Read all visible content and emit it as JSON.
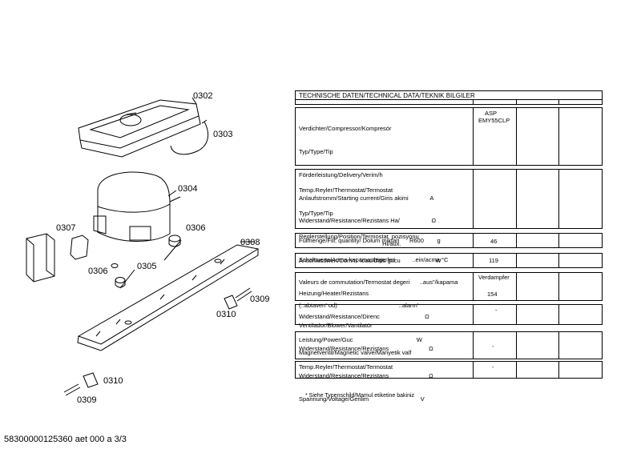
{
  "callouts": [
    "0302",
    "0303",
    "0304",
    "0307",
    "0306",
    "0306",
    "0305",
    "0308",
    "0309",
    "0310",
    "0310",
    "0309"
  ],
  "table": {
    "header": "TECHNISCHE DATEN/TECHNICAL DATA/TEKNIK BILGILER",
    "rows": [
      {
        "lines": [
          "Verdichter/Compressor/Kompresör",
          "Typ/Type/Tip",
          "Förderleistung/Delivery/Verim/h",
          "Anlaufstromm/Starting current/Giris akimi             A",
          "Widerstand/Resistance/Rezistans Ha/                   Ω",
          "                                                  Hi/aux."
        ],
        "values": [
          "ASP",
          "EMY55CLP"
        ]
      },
      {
        "lines": [
          "Temp.Reyler/Thermostat/Termostat",
          "Typ/Type/Tip",
          "Reglerstellung/Position/Termostat  pozisyonu",
          "Schaltwerte/Acma kapama degerleri          ..ein/acma °C",
          "Valeurs de commutation/Termostat degeri      ..aus\"/kapama",
          "(..abtaven' od)                                     ..alarm'"
        ],
        "values": []
      },
      {
        "lines": [
          "Fülmenge/Fill. quantity/ Dolum miktari      R600        g"
        ],
        "values": [
          "46"
        ]
      },
      {
        "lines": [
          "Anschlusswert/Comm. load/Giris gucu                     W"
        ],
        "values": [
          "119"
        ]
      },
      {
        "lines": [
          "Heizung/Heater/Rezistans",
          "Widerstand/Resistance/Direnc                           Ω",
          "Leistung/Power/Guc                                      W"
        ],
        "values": [
          "Verdampfer",
          "154"
        ]
      },
      {
        "lines": [
          "Ventilador/Blower/Vantilatör",
          "Widerstand/Resistance/Rezistans                        Ω"
        ],
        "values": [
          "-"
        ]
      },
      {
        "lines": [
          "Magnetventil/Magnetic valve/Manyetik valf",
          "Widerstand/Resistance/Rezistans                        Ω",
          "Spannung/Voltage/Gerilim                               V"
        ],
        "values": [
          "-"
        ]
      },
      {
        "lines": [
          "Temp.Reyler/Thermostat/Termostat"
        ],
        "values": [
          "-"
        ]
      }
    ]
  },
  "footnote": "* Siehe Typenschild/Mamul etiketine bakiniz",
  "doc_id": "58300000125360 aet 000 a 3/3"
}
